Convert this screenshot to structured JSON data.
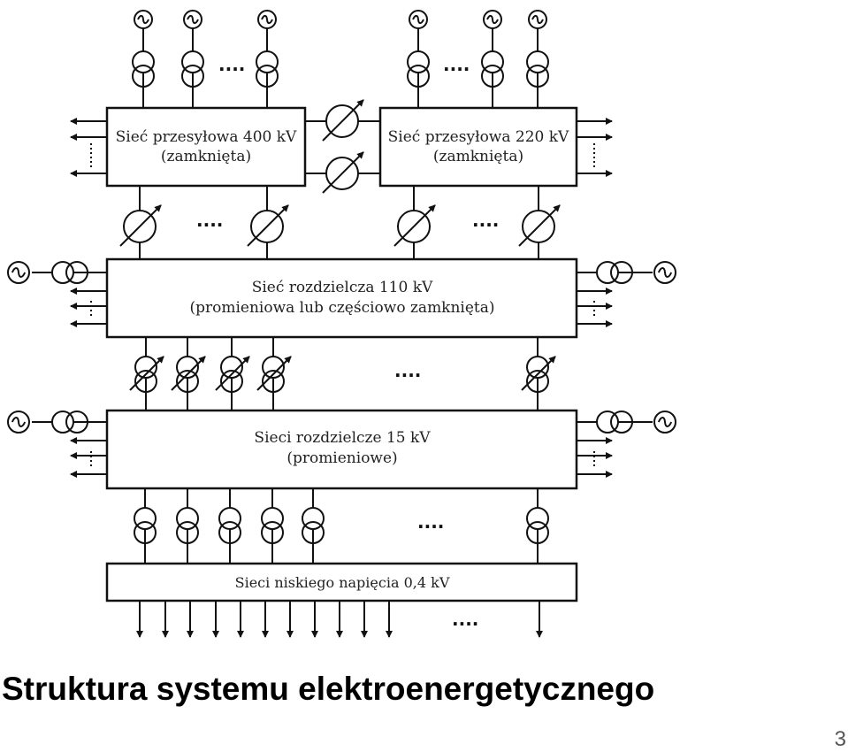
{
  "diagram": {
    "boxes": {
      "net400": {
        "line1": "Sieć przesyłowa 400 kV",
        "line2": "(zamknięta)"
      },
      "net220": {
        "line1": "Sieć przesyłowa 220 kV",
        "line2": "(zamknięta)"
      },
      "net110": {
        "line1": "Sieć rozdzielcza 110 kV",
        "line2": "(promieniowa lub częściowo zamknięta)"
      },
      "net15": {
        "line1": "Sieci rozdzielcze 15 kV",
        "line2": "(promieniowe)"
      },
      "net04": {
        "line1": "Sieci niskiego napięcia 0,4 kV"
      }
    },
    "ellipsis": "...."
  },
  "title": "Struktura systemu elektroenergetycznego",
  "page_number": "3"
}
